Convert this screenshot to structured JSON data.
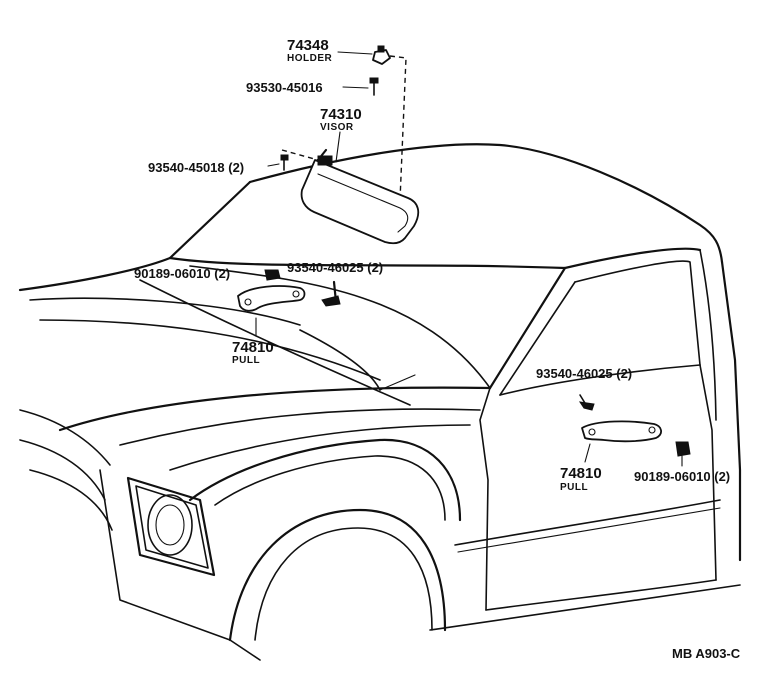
{
  "diagram": {
    "code": "MB A903-C",
    "parts": {
      "holder": {
        "number": "74348",
        "name": "HOLDER"
      },
      "screw_holder": {
        "number": "93530-45016"
      },
      "visor": {
        "number": "74310",
        "name": "VISOR"
      },
      "screw_visor": {
        "number": "93540-45018 (2)"
      },
      "clip_pull_front": {
        "number": "90189-06010 (2)"
      },
      "screw_pull_front": {
        "number": "93540-46025 (2)"
      },
      "pull_front": {
        "number": "74810",
        "name": "PULL"
      },
      "screw_pull_rear": {
        "number": "93540-46025 (2)"
      },
      "pull_rear": {
        "number": "74810",
        "name": "PULL"
      },
      "clip_pull_rear": {
        "number": "90189-06010 (2)"
      }
    }
  }
}
